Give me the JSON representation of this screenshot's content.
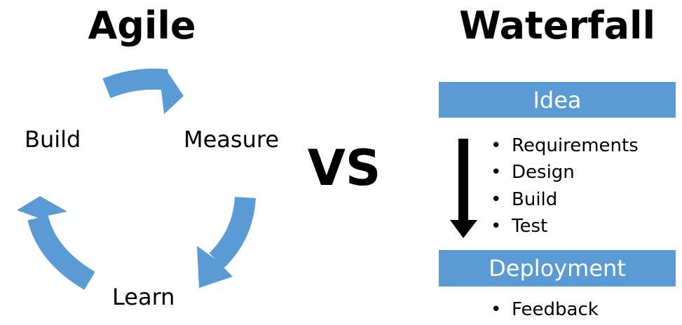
{
  "agile": {
    "title": "Agile",
    "stages": {
      "build": "Build",
      "measure": "Measure",
      "learn": "Learn"
    }
  },
  "versus": "VS",
  "waterfall": {
    "title": "Waterfall",
    "top_box": "Idea",
    "steps": [
      "Requirements",
      "Design",
      "Build",
      "Test"
    ],
    "bottom_box": "Deployment",
    "after_steps": [
      "Feedback"
    ]
  },
  "colors": {
    "accent_blue": "#5b9bd5",
    "arrow_black": "#000000",
    "text": "#000000",
    "box_text": "#ffffff"
  },
  "icons": {
    "cycle_arrows": "curved-arrow-icon",
    "flow_arrow": "down-arrow-icon"
  }
}
